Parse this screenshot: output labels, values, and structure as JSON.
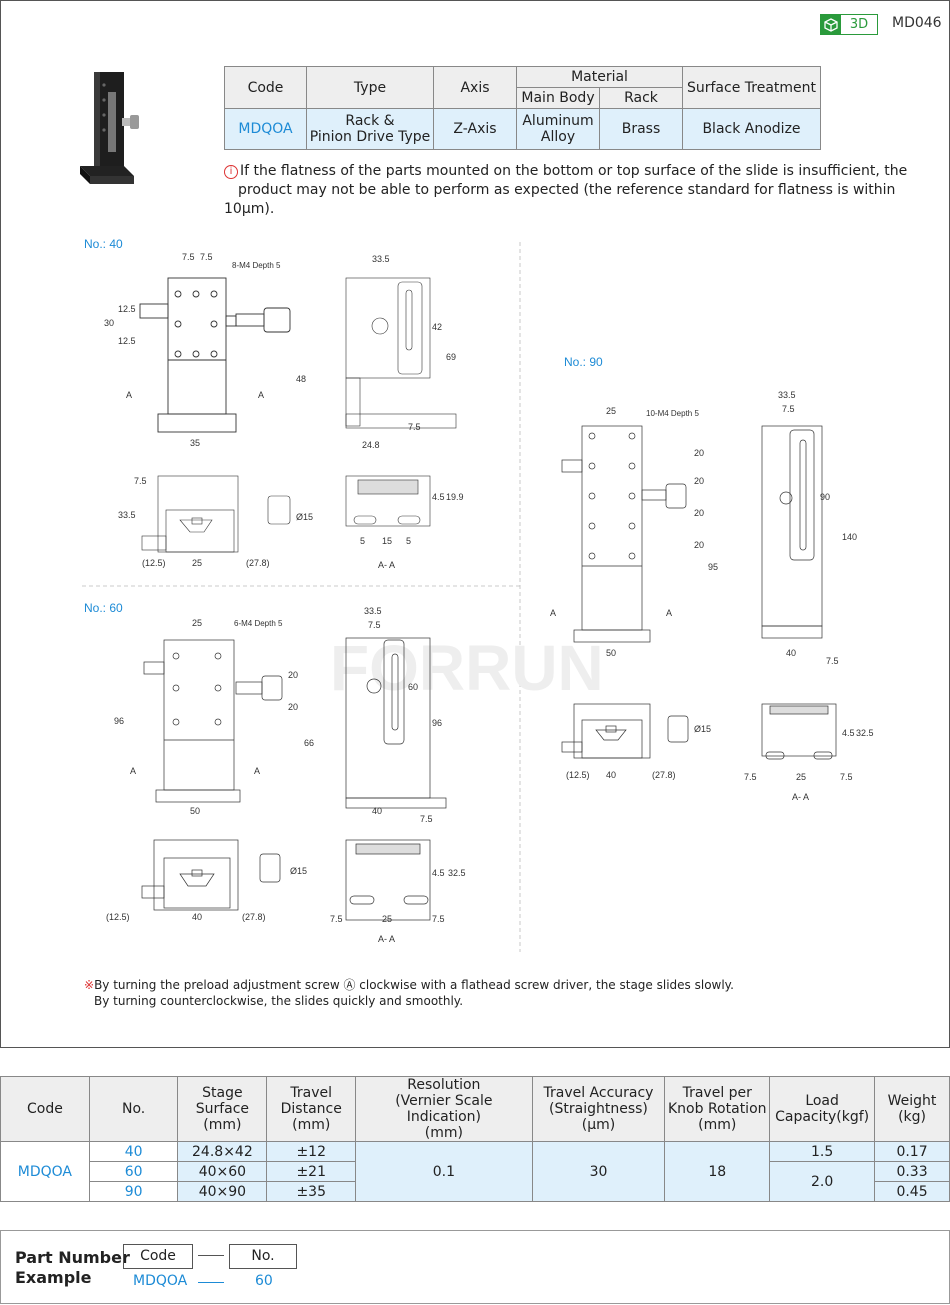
{
  "header": {
    "badge": "3D",
    "doc_code": "MD046"
  },
  "spec_table": {
    "headers": {
      "code": "Code",
      "type": "Type",
      "axis": "Axis",
      "material": "Material",
      "main_body": "Main Body",
      "rack": "Rack",
      "surface": "Surface Treatment"
    },
    "row": {
      "code": "MDQOA",
      "type_line1": "Rack &",
      "type_line2": "Pinion Drive Type",
      "axis": "Z-Axis",
      "main_body_line1": "Aluminum",
      "main_body_line2": "Alloy",
      "rack": "Brass",
      "surface": "Black Anodize"
    }
  },
  "notice": {
    "icon": "i",
    "line1": "If the flatness of the parts mounted on the bottom or top surface of the slide is insufficient, the",
    "line2": "product may not be able to perform as expected (the reference standard for flatness is within 10μm)."
  },
  "drawings": {
    "no40": {
      "label": "No.: 40",
      "dims": {
        "d75a": "7.5",
        "d75b": "7.5",
        "holes": "8-M4 Depth 5",
        "d125a": "12.5",
        "d30": "30",
        "d125b": "12.5",
        "d48": "48",
        "d35": "35",
        "d335": "33.5",
        "d42": "42",
        "d69": "69",
        "d75c": "7.5",
        "d248": "24.8",
        "a": "A",
        "a2": "A",
        "b75": "7.5",
        "b335": "33.5",
        "b125": "(12.5)",
        "b25": "25",
        "b278": "(27.8)",
        "bphi": "Ø15",
        "c45": "4.5",
        "c199": "19.9",
        "c5a": "5",
        "c15": "15",
        "c5b": "5",
        "caa": "A- A"
      }
    },
    "no60": {
      "label": "No.: 60",
      "dims": {
        "d25": "25",
        "holes": "6-M4 Depth 5",
        "d96": "96",
        "d20a": "20",
        "d20b": "20",
        "d66": "66",
        "d50": "50",
        "d335": "33.5",
        "d75": "7.5",
        "d60": "60",
        "d96b": "96",
        "d40": "40",
        "d75b": "7.5",
        "a": "A",
        "a2": "A",
        "b125": "(12.5)",
        "b40": "40",
        "b278": "(27.8)",
        "bphi": "Ø15",
        "c45": "4.5",
        "c325": "32.5",
        "c75a": "7.5",
        "c25": "25",
        "c75b": "7.5",
        "caa": "A- A"
      }
    },
    "no90": {
      "label": "No.: 90",
      "dims": {
        "d25": "25",
        "holes": "10-M4 Depth 5",
        "d20a": "20",
        "d20b": "20",
        "d20c": "20",
        "d20d": "20",
        "d95": "95",
        "d50": "50",
        "d335": "33.5",
        "d75": "7.5",
        "d90": "90",
        "d140": "140",
        "d40": "40",
        "d75b": "7.5",
        "a": "A",
        "a2": "A",
        "b125": "(12.5)",
        "b40": "40",
        "b278": "(27.8)",
        "bphi": "Ø15",
        "c45": "4.5",
        "c325": "32.5",
        "c75a": "7.5",
        "c25": "25",
        "c75b": "7.5",
        "caa": "A- A"
      }
    },
    "watermark": "FORRUN"
  },
  "preload_note": {
    "mark": "※",
    "line1": "By turning the preload adjustment screw Ⓐ clockwise with a flathead screw driver, the stage slides slowly.",
    "line2": "By turning counterclockwise, the slides quickly and smoothly."
  },
  "selection_table": {
    "headers": {
      "code": "Code",
      "no": "No.",
      "stage": [
        "Stage",
        "Surface",
        "(mm)"
      ],
      "travel": [
        "Travel",
        "Distance",
        "(mm)"
      ],
      "resolution": [
        "Resolution",
        "(Vernier Scale Indication)",
        "(mm)"
      ],
      "accuracy": [
        "Travel Accuracy",
        "(Straightness) (μm)"
      ],
      "per_rot": [
        "Travel per",
        "Knob Rotation",
        "(mm)"
      ],
      "load": [
        "Load",
        "Capacity(kgf)"
      ],
      "weight": [
        "Weight",
        "(kg)"
      ]
    },
    "code": "MDQOA",
    "rows": [
      {
        "no": "40",
        "stage": "24.8×42",
        "travel": "±12",
        "weight": "0.17"
      },
      {
        "no": "60",
        "stage": "40×60",
        "travel": "±21",
        "weight": "0.33"
      },
      {
        "no": "90",
        "stage": "40×90",
        "travel": "±35",
        "weight": "0.45"
      }
    ],
    "resolution": "0.1",
    "accuracy": "30",
    "per_rot": "18",
    "load_40": "1.5",
    "load_60_90": "2.0"
  },
  "part_number": {
    "title_line1": "Part Number",
    "title_line2": "Example",
    "code_label": "Code",
    "no_label": "No.",
    "code_value": "MDQOA",
    "no_value": "60"
  }
}
